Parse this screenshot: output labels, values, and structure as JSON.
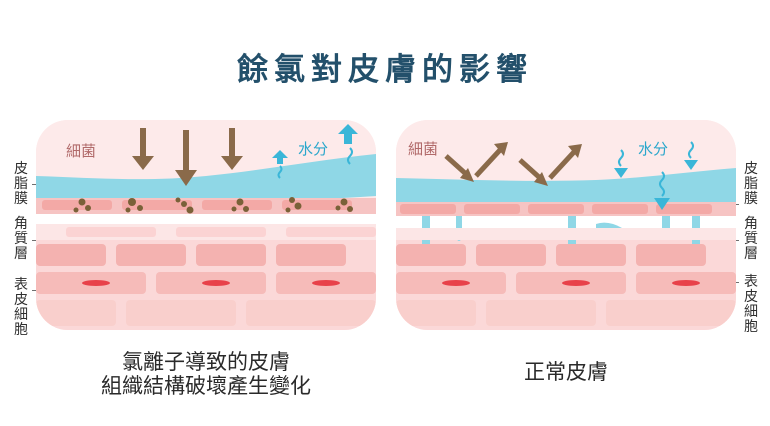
{
  "title": "餘氯對皮膚的影響",
  "left_labels": {
    "sebum": "皮脂膜",
    "horny": "角質層",
    "epidermis": "表皮細胞"
  },
  "right_labels": {
    "sebum": "皮脂膜",
    "horny": "角質層",
    "epidermis": "表皮細胞"
  },
  "panel_left": {
    "bacteria_label": "細菌",
    "water_label": "水分"
  },
  "panel_right": {
    "bacteria_label": "細菌",
    "water_label": "水分"
  },
  "captions": {
    "left_line1": "氯離子導致的皮膚",
    "left_line2": "組織結構破壞產生變化",
    "right": "正常皮膚"
  },
  "colors": {
    "title": "#23506b",
    "sebum": "#8fd7e6",
    "horny_cell": "#f3a9a6",
    "arrow_brown": "#8a6a4a",
    "water_arrow": "#3ab6d8",
    "panel_bg": "#fdeaea"
  }
}
